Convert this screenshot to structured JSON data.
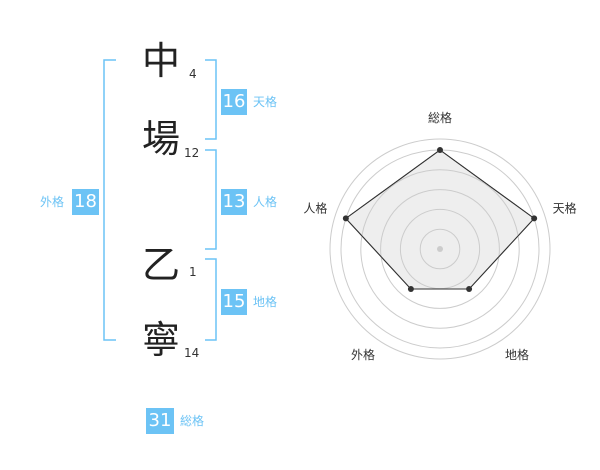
{
  "name_chars": [
    {
      "char": "中",
      "strokes": "4"
    },
    {
      "char": "場",
      "strokes": "12"
    },
    {
      "char": "乙",
      "strokes": "1"
    },
    {
      "char": "寧",
      "strokes": "14"
    }
  ],
  "fortunes": {
    "tenkaku": {
      "value": "16",
      "label": "天格"
    },
    "jinkaku": {
      "value": "13",
      "label": "人格"
    },
    "chikaku": {
      "value": "15",
      "label": "地格"
    },
    "gaikaku": {
      "value": "18",
      "label": "外格"
    },
    "soukaku": {
      "value": "31",
      "label": "総格"
    }
  },
  "chart_data": {
    "type": "radar",
    "axes": [
      "総格",
      "天格",
      "地格",
      "外格",
      "人格"
    ],
    "values": [
      1.0,
      1.0,
      0.5,
      0.5,
      1.0
    ],
    "rings": 5,
    "colors": {
      "fill": "#eeeeee",
      "line": "#333333",
      "grid": "#cccccc",
      "accent": "#6cc3f5"
    }
  }
}
